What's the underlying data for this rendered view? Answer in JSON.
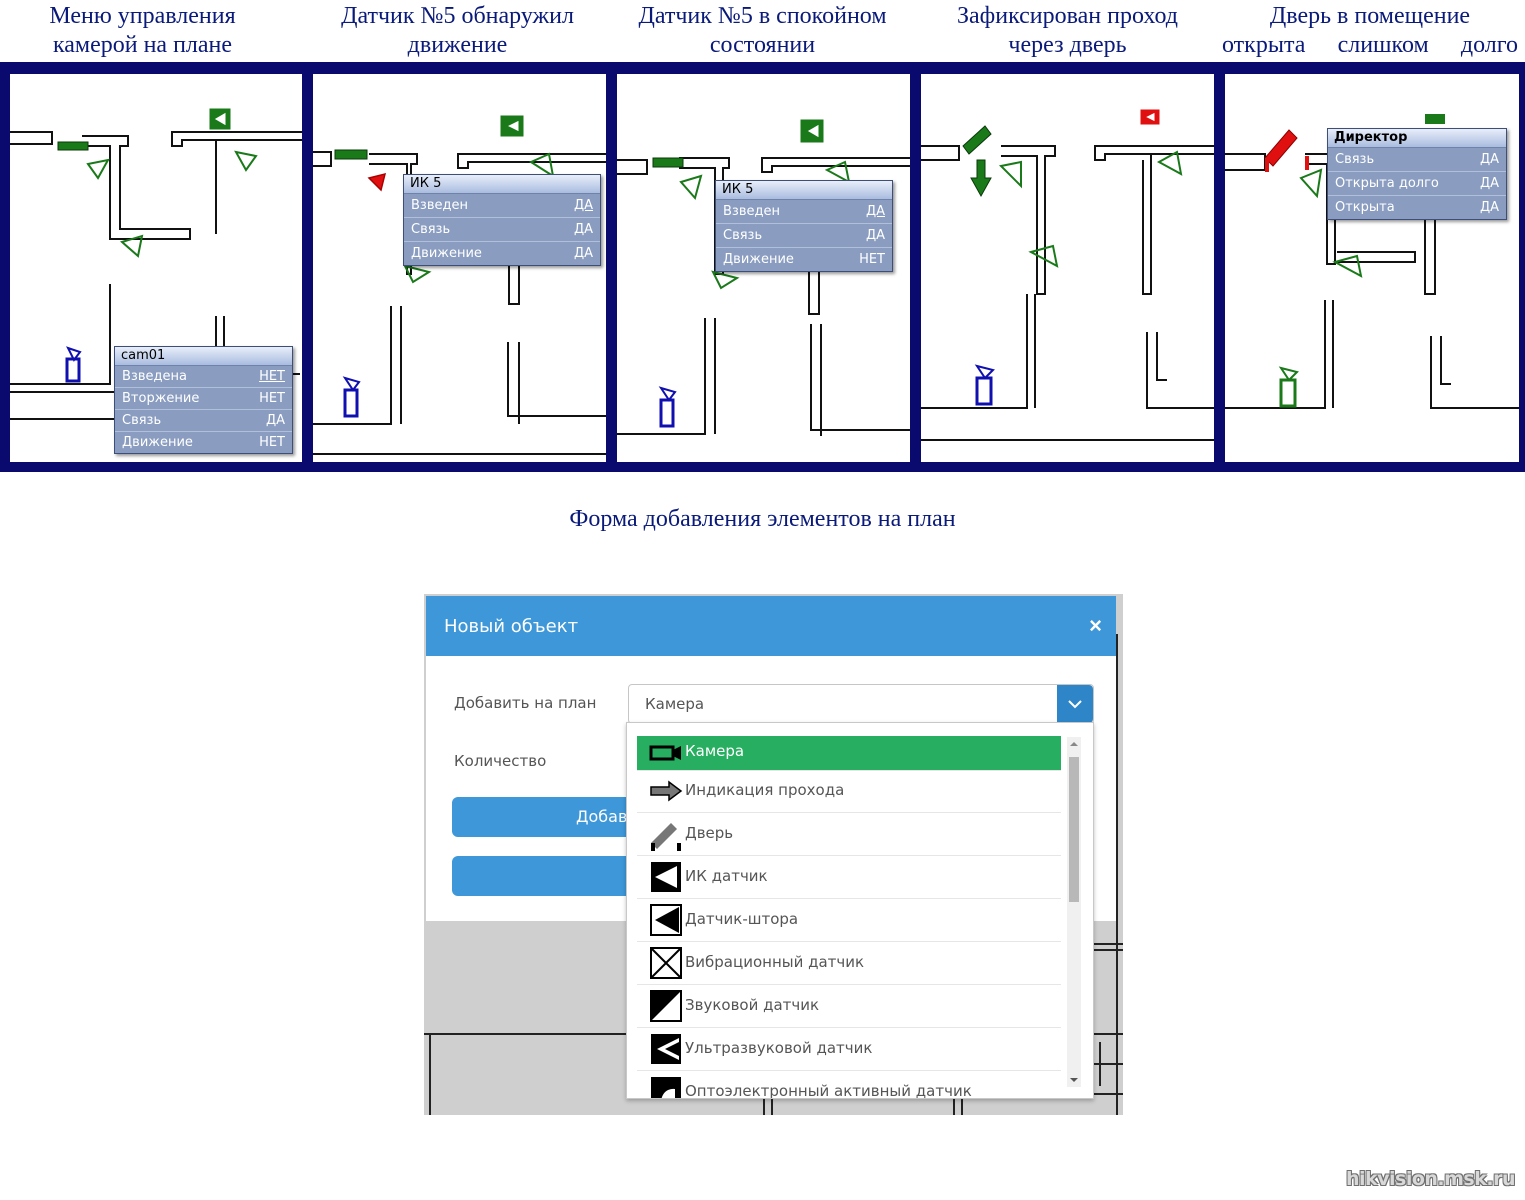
{
  "captions": [
    {
      "line1": "Меню  управления",
      "line2": "камерой на плане"
    },
    {
      "line1": "Датчик №5 обнаружил",
      "line2": "движение"
    },
    {
      "line1": "Датчик №5 в спокойном",
      "line2": "состоянии"
    },
    {
      "line1": "Зафиксирован проход",
      "line2": "через дверь"
    },
    {
      "line1": "Дверь в помещение",
      "line2_words": [
        "открыта",
        "слишком",
        "долго"
      ]
    }
  ],
  "menus": {
    "cam": {
      "title": "cam01",
      "rows": [
        {
          "label": "Взведена",
          "value": "НЕТ"
        },
        {
          "label": "Вторжение",
          "value": "НЕТ"
        },
        {
          "label": "Связь",
          "value": "ДА"
        },
        {
          "label": "Движение",
          "value": "НЕТ"
        }
      ]
    },
    "ik_active": {
      "title": "ИК 5",
      "rows": [
        {
          "label": "Взведен",
          "value": "ДА"
        },
        {
          "label": "Связь",
          "value": "ДА"
        },
        {
          "label": "Движение",
          "value": "ДА"
        }
      ]
    },
    "ik_idle": {
      "title": "ИК 5",
      "rows": [
        {
          "label": "Взведен",
          "value": "ДА"
        },
        {
          "label": "Связь",
          "value": "ДА"
        },
        {
          "label": "Движение",
          "value": "НЕТ"
        }
      ]
    },
    "door": {
      "title": "Директор",
      "rows": [
        {
          "label": "Связь",
          "value": "ДА"
        },
        {
          "label": "Открыта долго",
          "value": "ДА"
        },
        {
          "label": "Открыта",
          "value": "ДА"
        }
      ]
    }
  },
  "form_title": "Форма добавления элементов на план",
  "dialog": {
    "title": "Новый объект",
    "close_glyph": "×",
    "add_label": "Добавить на план",
    "qty_label": "Количество",
    "select_value": "Камера",
    "add_button": "Добави",
    "options": [
      {
        "label": "Камера",
        "icon": "camera-icon",
        "selected": true
      },
      {
        "label": "Индикация прохода",
        "icon": "arrow-right-icon"
      },
      {
        "label": "Дверь",
        "icon": "door-icon"
      },
      {
        "label": "ИК датчик",
        "icon": "ir-sensor-icon"
      },
      {
        "label": "Датчик-штора",
        "icon": "curtain-sensor-icon"
      },
      {
        "label": "Вибрационный датчик",
        "icon": "vibration-sensor-icon"
      },
      {
        "label": "Звуковой датчик",
        "icon": "sound-sensor-icon"
      },
      {
        "label": "Ультразвуковой датчик",
        "icon": "ultrasonic-sensor-icon"
      },
      {
        "label": "Оптоэлектронный активный датчик",
        "icon": "optoelectronic-sensor-icon"
      }
    ]
  },
  "colors": {
    "frame": "#0a0a6e",
    "caption": "#0a1a7a",
    "sensor_ok": "#1a7a1a",
    "alarm": "#e01010",
    "camera": "#1010b0",
    "header": "#3d97d8",
    "selected": "#27ae60"
  },
  "watermark": "hikvision.msk.ru"
}
